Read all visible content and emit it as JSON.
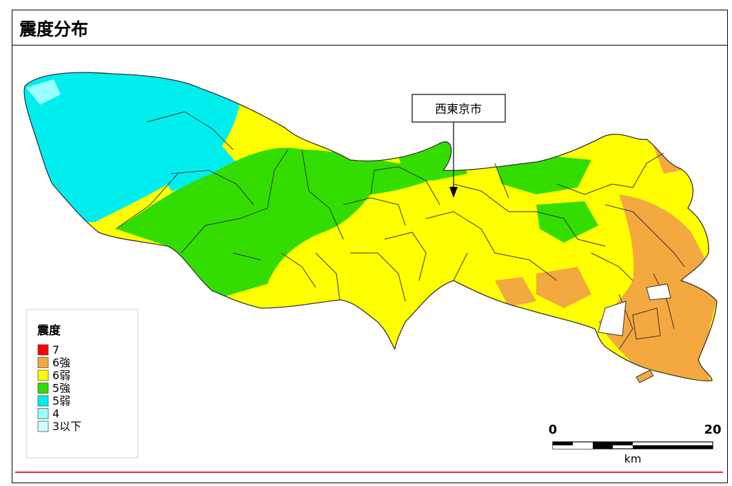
{
  "title": "震度分布",
  "callout_label": "西東京市",
  "legend": {
    "title": "震度",
    "items": [
      {
        "label": "7",
        "color": "#ff0000"
      },
      {
        "label": "6強",
        "color": "#f4a840"
      },
      {
        "label": "6弱",
        "color": "#ffff00"
      },
      {
        "label": "5強",
        "color": "#33dd00"
      },
      {
        "label": "5弱",
        "color": "#00eeee"
      },
      {
        "label": "4",
        "color": "#99ffff"
      },
      {
        "label": "3以下",
        "color": "#ccffff"
      }
    ]
  },
  "scale_bar": {
    "start_label": "0",
    "end_label": "20",
    "unit": "km"
  },
  "colors": {
    "border": "#000000",
    "divider": "#e03030",
    "region_line": "#333333"
  }
}
